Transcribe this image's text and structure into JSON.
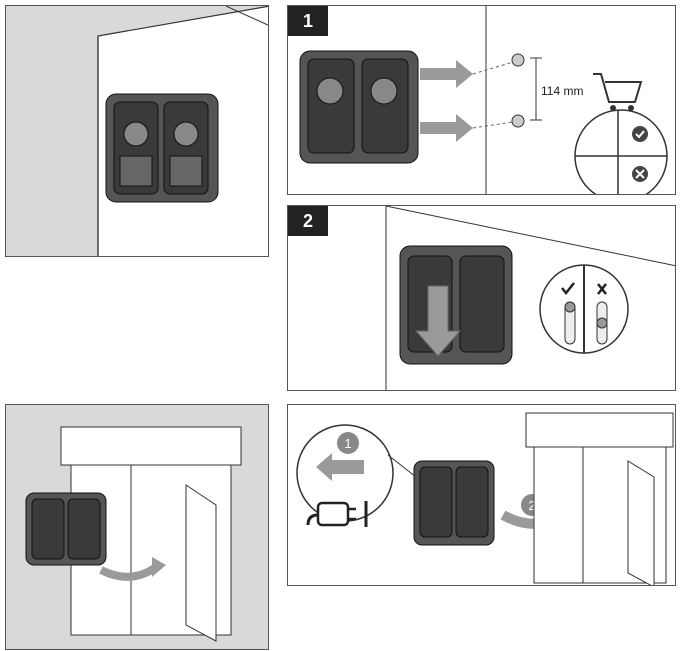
{
  "steps": {
    "step1": {
      "number": "1",
      "dimension": "114 mm"
    },
    "step2": {
      "number": "2"
    },
    "step3": {
      "sub1": "1",
      "sub2": "2"
    }
  },
  "icons": {
    "cart": "shopping-cart-icon",
    "check": "check-circle-icon",
    "cross": "cross-circle-icon",
    "plug": "plug-icon"
  },
  "colors": {
    "panel_bg": "#d9d9d9",
    "line": "#333333",
    "arrow": "#9a9a9a",
    "badge": "#222222"
  }
}
